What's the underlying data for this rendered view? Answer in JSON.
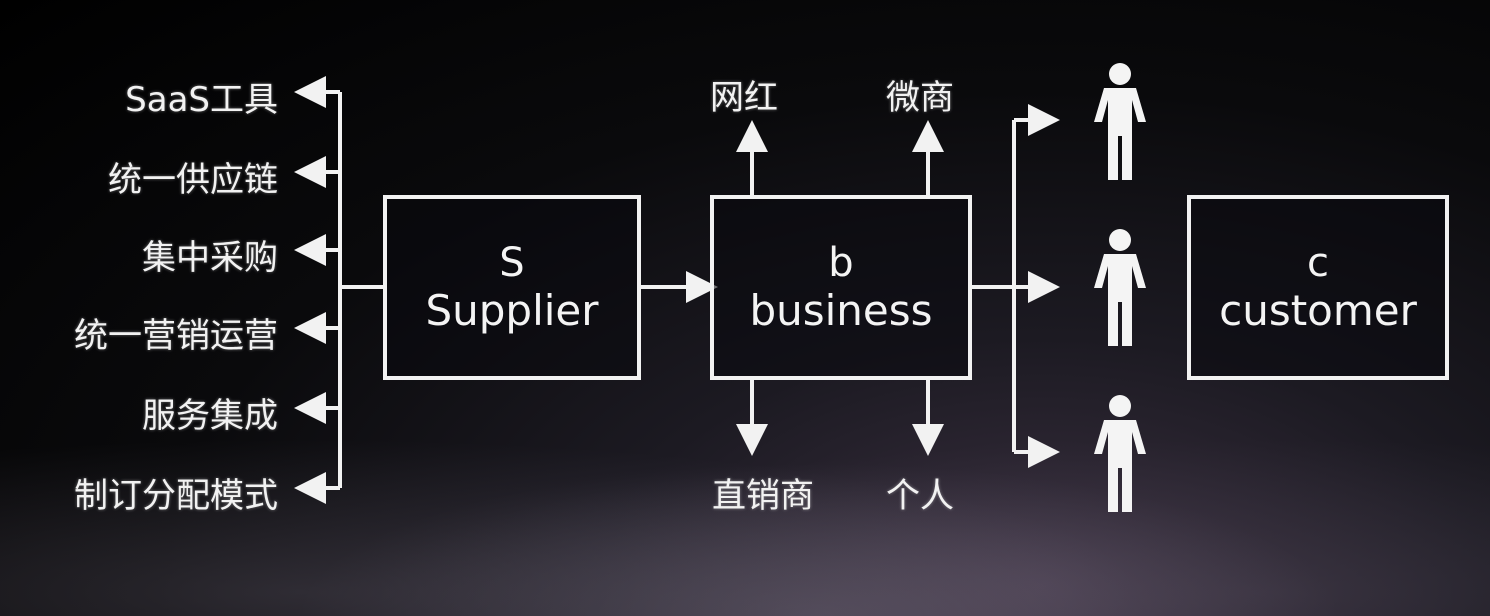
{
  "left_services": [
    {
      "label": "SaaS工具"
    },
    {
      "label": "统一供应链"
    },
    {
      "label": "集中采购"
    },
    {
      "label": "统一营销运营"
    },
    {
      "label": "服务集成"
    },
    {
      "label": "制订分配模式"
    }
  ],
  "supplier": {
    "letter": "S",
    "name": "Supplier"
  },
  "business": {
    "letter": "b",
    "name": "business"
  },
  "customer": {
    "letter": "c",
    "name": "customer"
  },
  "business_channels": {
    "top": [
      {
        "label": "网红"
      },
      {
        "label": "微商"
      }
    ],
    "bottom": [
      {
        "label": "直销商"
      },
      {
        "label": "个人"
      }
    ]
  },
  "customers_icons": [
    "person-icon",
    "person-icon",
    "person-icon"
  ],
  "colors": {
    "line": "#f2f2f2",
    "background": "#000000"
  }
}
